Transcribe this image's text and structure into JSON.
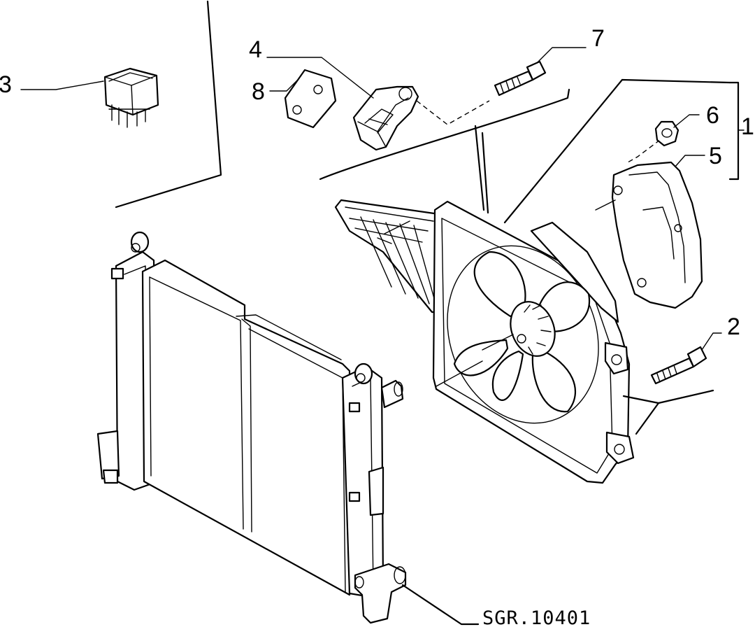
{
  "diagram": {
    "reference_code": "SGR.10401",
    "callouts": {
      "p1": "1",
      "p2": "2",
      "p3": "3",
      "p4": "4",
      "p5": "5",
      "p6": "6",
      "p7": "7",
      "p8": "8"
    }
  }
}
